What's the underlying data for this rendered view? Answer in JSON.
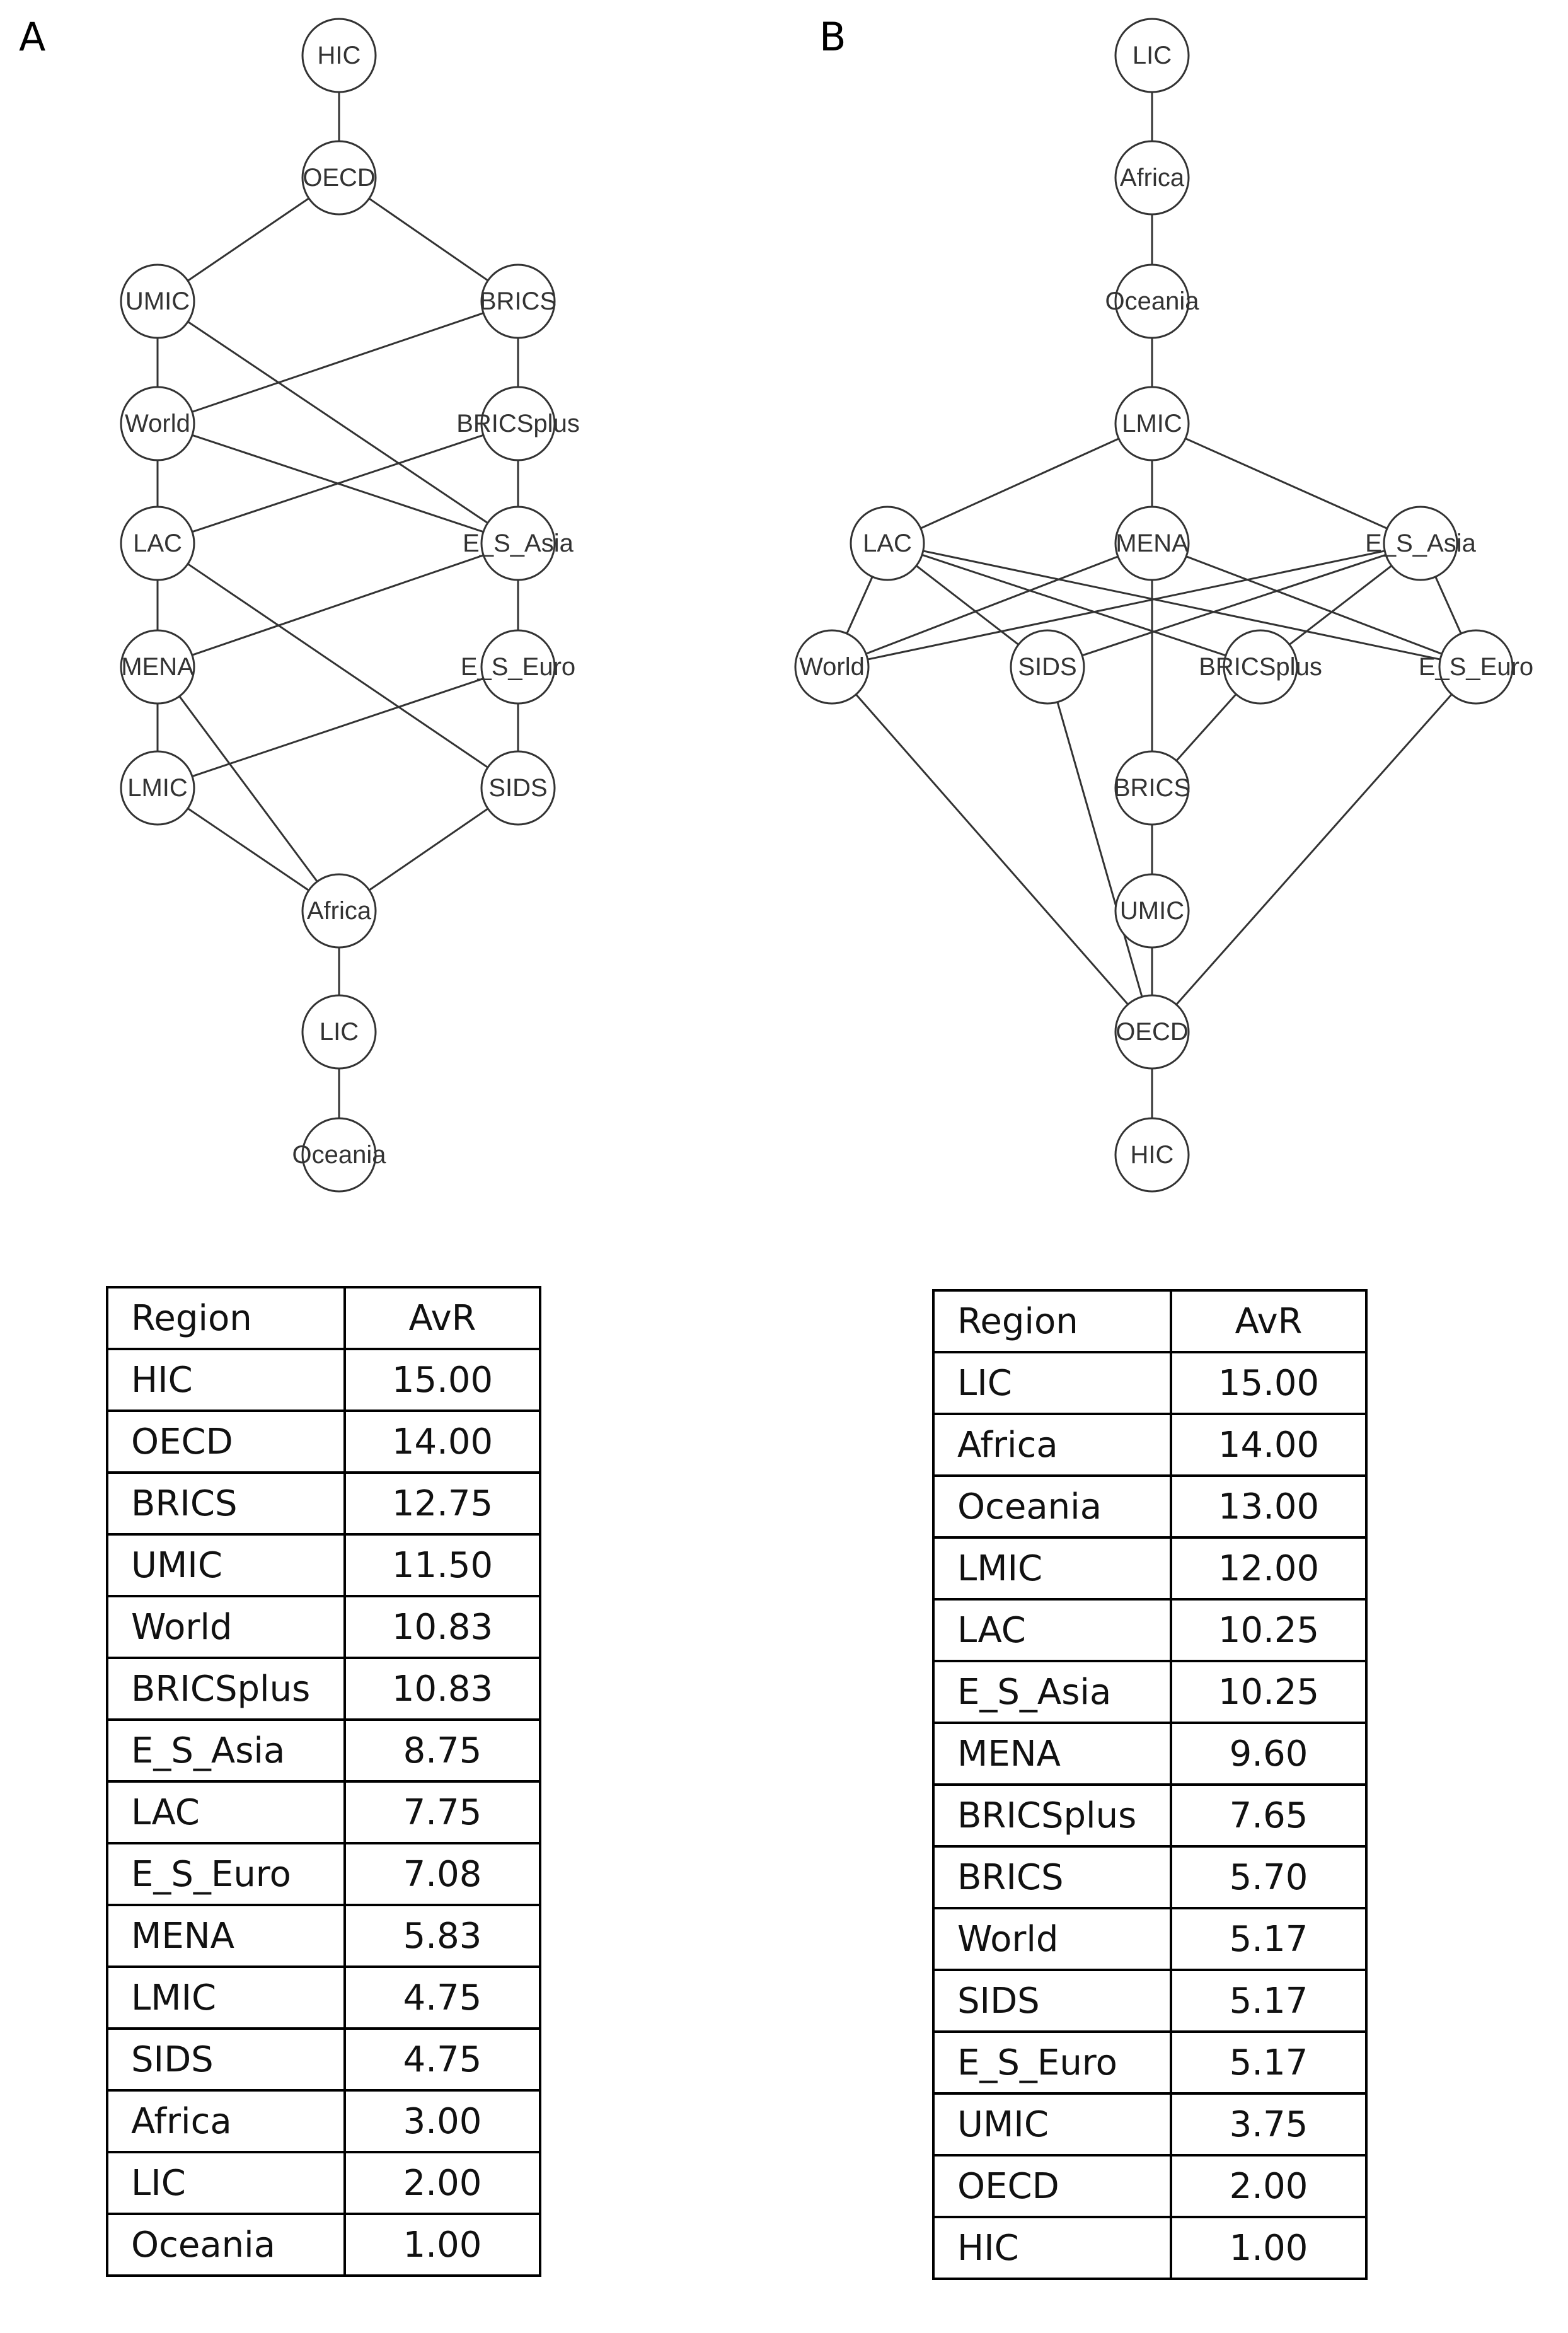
{
  "panels": [
    {
      "letter": "A",
      "nodes": [
        "HIC",
        "OECD",
        "UMIC",
        "BRICS",
        "World",
        "BRICSplus",
        "LAC",
        "E_S_Asia",
        "MENA",
        "E_S_Euro",
        "LMIC",
        "SIDS",
        "Africa",
        "LIC",
        "Oceania"
      ],
      "edges": [
        [
          "HIC",
          "OECD"
        ],
        [
          "OECD",
          "UMIC"
        ],
        [
          "OECD",
          "BRICS"
        ],
        [
          "UMIC",
          "World"
        ],
        [
          "UMIC",
          "E_S_Asia"
        ],
        [
          "BRICS",
          "World"
        ],
        [
          "BRICS",
          "BRICSplus"
        ],
        [
          "World",
          "LAC"
        ],
        [
          "World",
          "E_S_Asia"
        ],
        [
          "BRICSplus",
          "LAC"
        ],
        [
          "BRICSplus",
          "E_S_Asia"
        ],
        [
          "LAC",
          "MENA"
        ],
        [
          "LAC",
          "SIDS"
        ],
        [
          "E_S_Asia",
          "MENA"
        ],
        [
          "E_S_Asia",
          "E_S_Euro"
        ],
        [
          "MENA",
          "LMIC"
        ],
        [
          "MENA",
          "Africa"
        ],
        [
          "E_S_Euro",
          "LMIC"
        ],
        [
          "E_S_Euro",
          "SIDS"
        ],
        [
          "LMIC",
          "Africa"
        ],
        [
          "SIDS",
          "Africa"
        ],
        [
          "Africa",
          "LIC"
        ],
        [
          "LIC",
          "Oceania"
        ]
      ],
      "table": {
        "headers": [
          "Region",
          "AvR"
        ],
        "rows": [
          [
            "HIC",
            "15.00"
          ],
          [
            "OECD",
            "14.00"
          ],
          [
            "BRICS",
            "12.75"
          ],
          [
            "UMIC",
            "11.50"
          ],
          [
            "World",
            "10.83"
          ],
          [
            "BRICSplus",
            "10.83"
          ],
          [
            "E_S_Asia",
            "8.75"
          ],
          [
            "LAC",
            "7.75"
          ],
          [
            "E_S_Euro",
            "7.08"
          ],
          [
            "MENA",
            "5.83"
          ],
          [
            "LMIC",
            "4.75"
          ],
          [
            "SIDS",
            "4.75"
          ],
          [
            "Africa",
            "3.00"
          ],
          [
            "LIC",
            "2.00"
          ],
          [
            "Oceania",
            "1.00"
          ]
        ]
      }
    },
    {
      "letter": "B",
      "nodes": [
        "LIC",
        "Africa",
        "Oceania",
        "LMIC",
        "LAC",
        "MENA",
        "E_S_Asia",
        "World",
        "SIDS",
        "BRICSplus",
        "E_S_Euro",
        "BRICS",
        "UMIC",
        "OECD",
        "HIC"
      ],
      "edges": [
        [
          "LIC",
          "Africa"
        ],
        [
          "Africa",
          "Oceania"
        ],
        [
          "Oceania",
          "LMIC"
        ],
        [
          "LMIC",
          "LAC"
        ],
        [
          "LMIC",
          "MENA"
        ],
        [
          "LMIC",
          "E_S_Asia"
        ],
        [
          "LAC",
          "World"
        ],
        [
          "LAC",
          "SIDS"
        ],
        [
          "LAC",
          "BRICSplus"
        ],
        [
          "LAC",
          "E_S_Euro"
        ],
        [
          "MENA",
          "World"
        ],
        [
          "MENA",
          "E_S_Euro"
        ],
        [
          "MENA",
          "BRICS"
        ],
        [
          "E_S_Asia",
          "World"
        ],
        [
          "E_S_Asia",
          "SIDS"
        ],
        [
          "E_S_Asia",
          "BRICSplus"
        ],
        [
          "E_S_Asia",
          "E_S_Euro"
        ],
        [
          "World",
          "OECD"
        ],
        [
          "SIDS",
          "OECD"
        ],
        [
          "BRICSplus",
          "BRICS"
        ],
        [
          "E_S_Euro",
          "OECD"
        ],
        [
          "BRICS",
          "UMIC"
        ],
        [
          "UMIC",
          "OECD"
        ],
        [
          "OECD",
          "HIC"
        ]
      ],
      "table": {
        "headers": [
          "Region",
          "AvR"
        ],
        "rows": [
          [
            "LIC",
            "15.00"
          ],
          [
            "Africa",
            "14.00"
          ],
          [
            "Oceania",
            "13.00"
          ],
          [
            "LMIC",
            "12.00"
          ],
          [
            "LAC",
            "10.25"
          ],
          [
            "E_S_Asia",
            "10.25"
          ],
          [
            "MENA",
            "9.60"
          ],
          [
            "BRICSplus",
            "7.65"
          ],
          [
            "BRICS",
            "5.70"
          ],
          [
            "World",
            "5.17"
          ],
          [
            "SIDS",
            "5.17"
          ],
          [
            "E_S_Euro",
            "5.17"
          ],
          [
            "UMIC",
            "3.75"
          ],
          [
            "OECD",
            "2.00"
          ],
          [
            "HIC",
            "1.00"
          ]
        ]
      }
    }
  ]
}
